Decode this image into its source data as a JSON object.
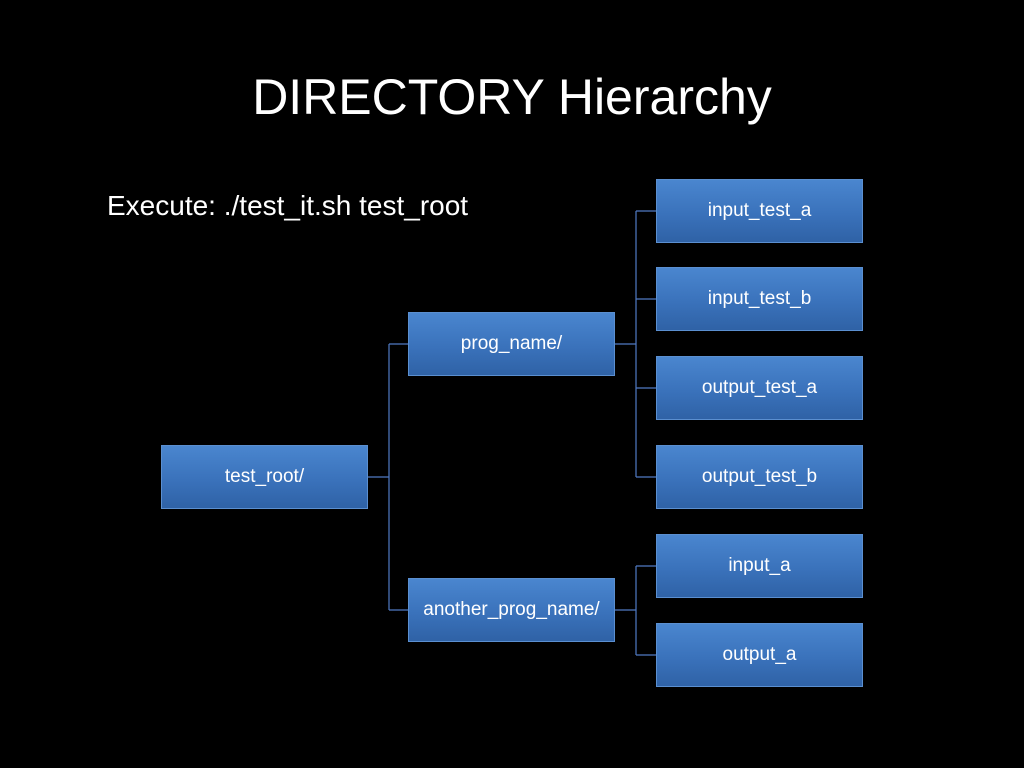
{
  "slide": {
    "title": "DIRECTORY Hierarchy",
    "command": "Execute: ./test_it.sh test_root"
  },
  "tree": {
    "root": "test_root/",
    "prog_name": "prog_name/",
    "another_prog_name": "another_prog_name/",
    "prog_children": [
      "input_test_a",
      "input_test_b",
      "output_test_a",
      "output_test_b"
    ],
    "another_children": [
      "input_a",
      "output_a"
    ]
  },
  "colors": {
    "background": "#000000",
    "node_fill": "#3a72bb",
    "connector": "#4f7ac4",
    "text": "#ffffff"
  }
}
